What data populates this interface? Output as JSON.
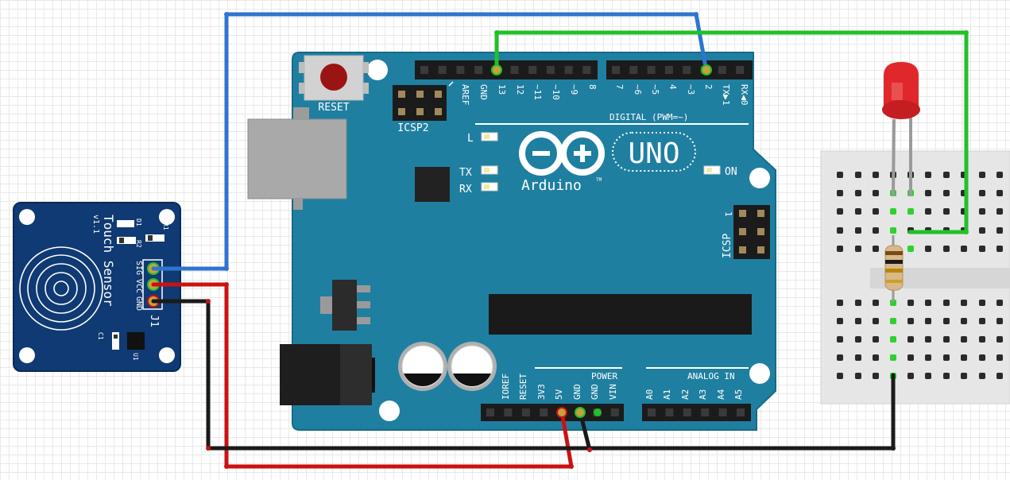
{
  "touch_sensor": {
    "title": "Touch Sensor",
    "version": "v1.1",
    "pin_sig": "SIG",
    "pin_vcc": "VCC",
    "pin_gnd": "GND",
    "connector": "J1",
    "ref_d1": "D1",
    "ref_r1": "R1",
    "ref_r2": "R2",
    "ref_c1": "C1",
    "ref_u1": "U1"
  },
  "arduino": {
    "reset_label": "RESET",
    "icsp2_label": "ICSP2",
    "icsp_label": "ICSP",
    "icsp_pin1": "1",
    "digital_header_label": "DIGITAL (PWM=~)",
    "led_l": "L",
    "led_tx": "TX",
    "led_rx": "RX",
    "led_on": "ON",
    "brand": "Arduino",
    "trademark": "TM",
    "model": "UNO",
    "power_label": "POWER",
    "analog_label": "ANALOG IN",
    "digital_pins_left": [
      "AREF",
      "GND",
      "13",
      "12",
      "~11",
      "~10",
      "~9",
      "8"
    ],
    "digital_pins_right": [
      "7",
      "~6",
      "~5",
      "4",
      "~3",
      "2",
      "TX▶1",
      "RX◀0"
    ],
    "power_pins": [
      "IOREF",
      "RESET",
      "3V3",
      "5V",
      "GND",
      "GND",
      "VIN"
    ],
    "analog_pins": [
      "A0",
      "A1",
      "A2",
      "A3",
      "A4",
      "A5"
    ]
  },
  "colors": {
    "board": "#1f7fa0",
    "sensor_board": "#0f3a73",
    "wire_signal": "#2f74d0",
    "wire_led": "#22c02a",
    "wire_power": "#cc1111",
    "wire_ground": "#1a1a1a",
    "led": "#e0282c",
    "breadboard": "#e6e6e6"
  }
}
